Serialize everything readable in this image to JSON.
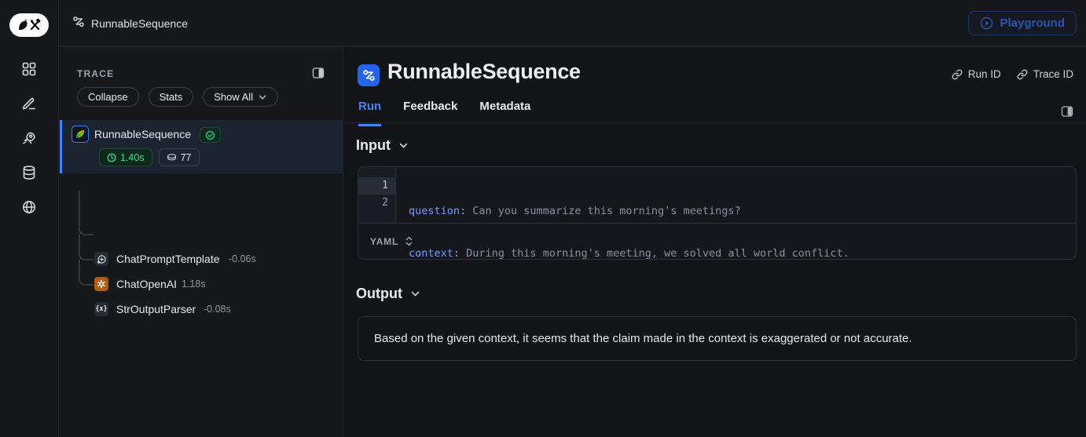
{
  "topbar": {
    "breadcrumb": "RunnableSequence",
    "playground_label": "Playground"
  },
  "sidebar": {
    "icons": [
      "langsmith-logo",
      "dashboard",
      "annotate",
      "deployments",
      "datasets",
      "web"
    ]
  },
  "trace": {
    "title": "TRACE",
    "controls": {
      "collapse": "Collapse",
      "stats": "Stats",
      "filter": "Show All"
    },
    "root": {
      "name": "RunnableSequence",
      "status": "success",
      "duration": "1.40s",
      "tokens": "77"
    },
    "children": [
      {
        "name": "ChatPromptTemplate",
        "duration": "-0.06s",
        "icon": "prompt-template"
      },
      {
        "name": "ChatOpenAI",
        "duration": "1.18s",
        "icon": "openai"
      },
      {
        "name": "StrOutputParser",
        "duration": "-0.08s",
        "icon": "output-parser",
        "glyph": "{x}"
      }
    ]
  },
  "main": {
    "title": "RunnableSequence",
    "links": {
      "run_id": "Run ID",
      "trace_id": "Trace ID"
    },
    "tabs": [
      {
        "label": "Run",
        "active": true
      },
      {
        "label": "Feedback",
        "active": false
      },
      {
        "label": "Metadata",
        "active": false
      }
    ],
    "input": {
      "heading": "Input",
      "format": "YAML",
      "lines": [
        {
          "num": "1",
          "key": "question:",
          "value": " Can you summarize this morning's meetings?"
        },
        {
          "num": "2",
          "key": "context:",
          "value": " During this morning's meeting, we solved all world conflict."
        }
      ]
    },
    "output": {
      "heading": "Output",
      "text": "Based on the given context, it seems that the claim made in the context is exaggerated or not accurate."
    }
  },
  "colors": {
    "accent_blue": "#3b82f6",
    "success_green": "#34d399",
    "openai_orange": "#b35c17",
    "yaml_key_blue": "#7d9bf8"
  }
}
